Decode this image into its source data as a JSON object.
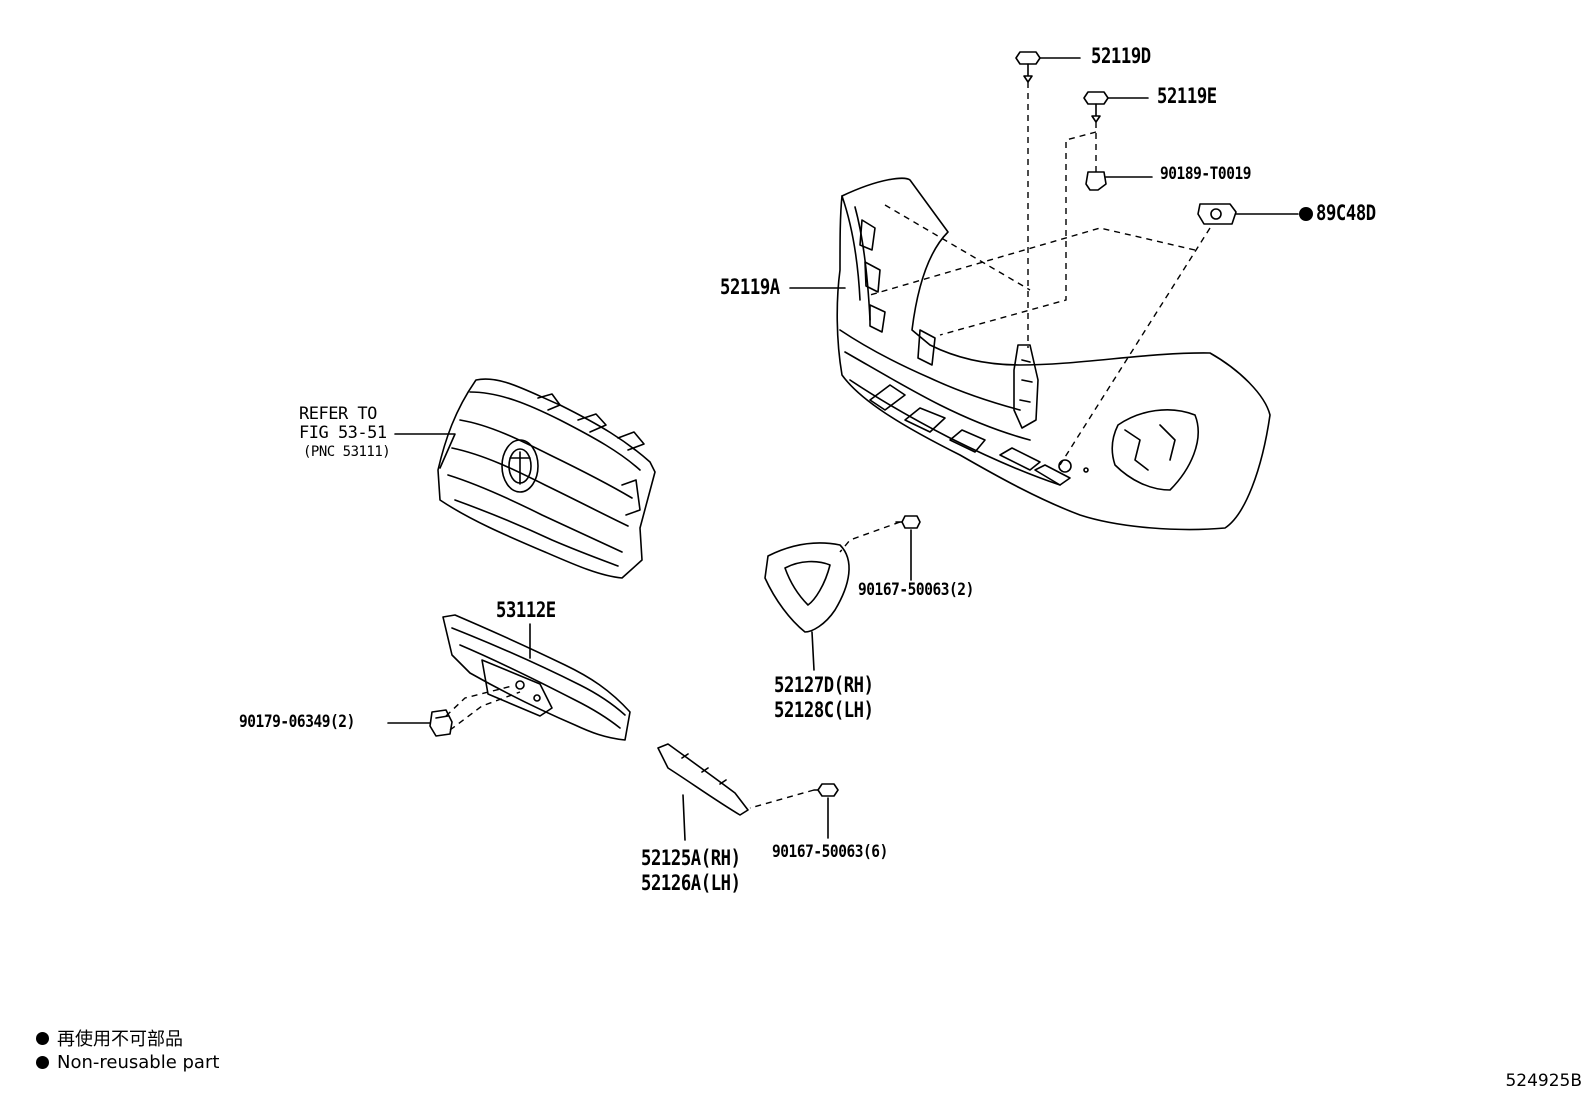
{
  "parts": {
    "p52119D": "52119D",
    "p52119E": "52119E",
    "p90189": "90189-T0019",
    "p89C48D": "89C48D",
    "p52119A": "52119A",
    "ref_line1": "REFER TO",
    "ref_line2": "FIG 53-51",
    "ref_line3": "(PNC 53111)",
    "p53112E": "53112E",
    "p90167_2": "90167-50063(2)",
    "p52127D": "52127D(RH)",
    "p52128C": "52128C(LH)",
    "p90179": "90179-06349(2)",
    "p90167_6": "90167-50063(6)",
    "p52125A": "52125A(RH)",
    "p52126A": "52126A(LH)"
  },
  "legend": {
    "jp": "再使用不可部品",
    "en": "Non-reusable part"
  },
  "figure_id": "524925B"
}
